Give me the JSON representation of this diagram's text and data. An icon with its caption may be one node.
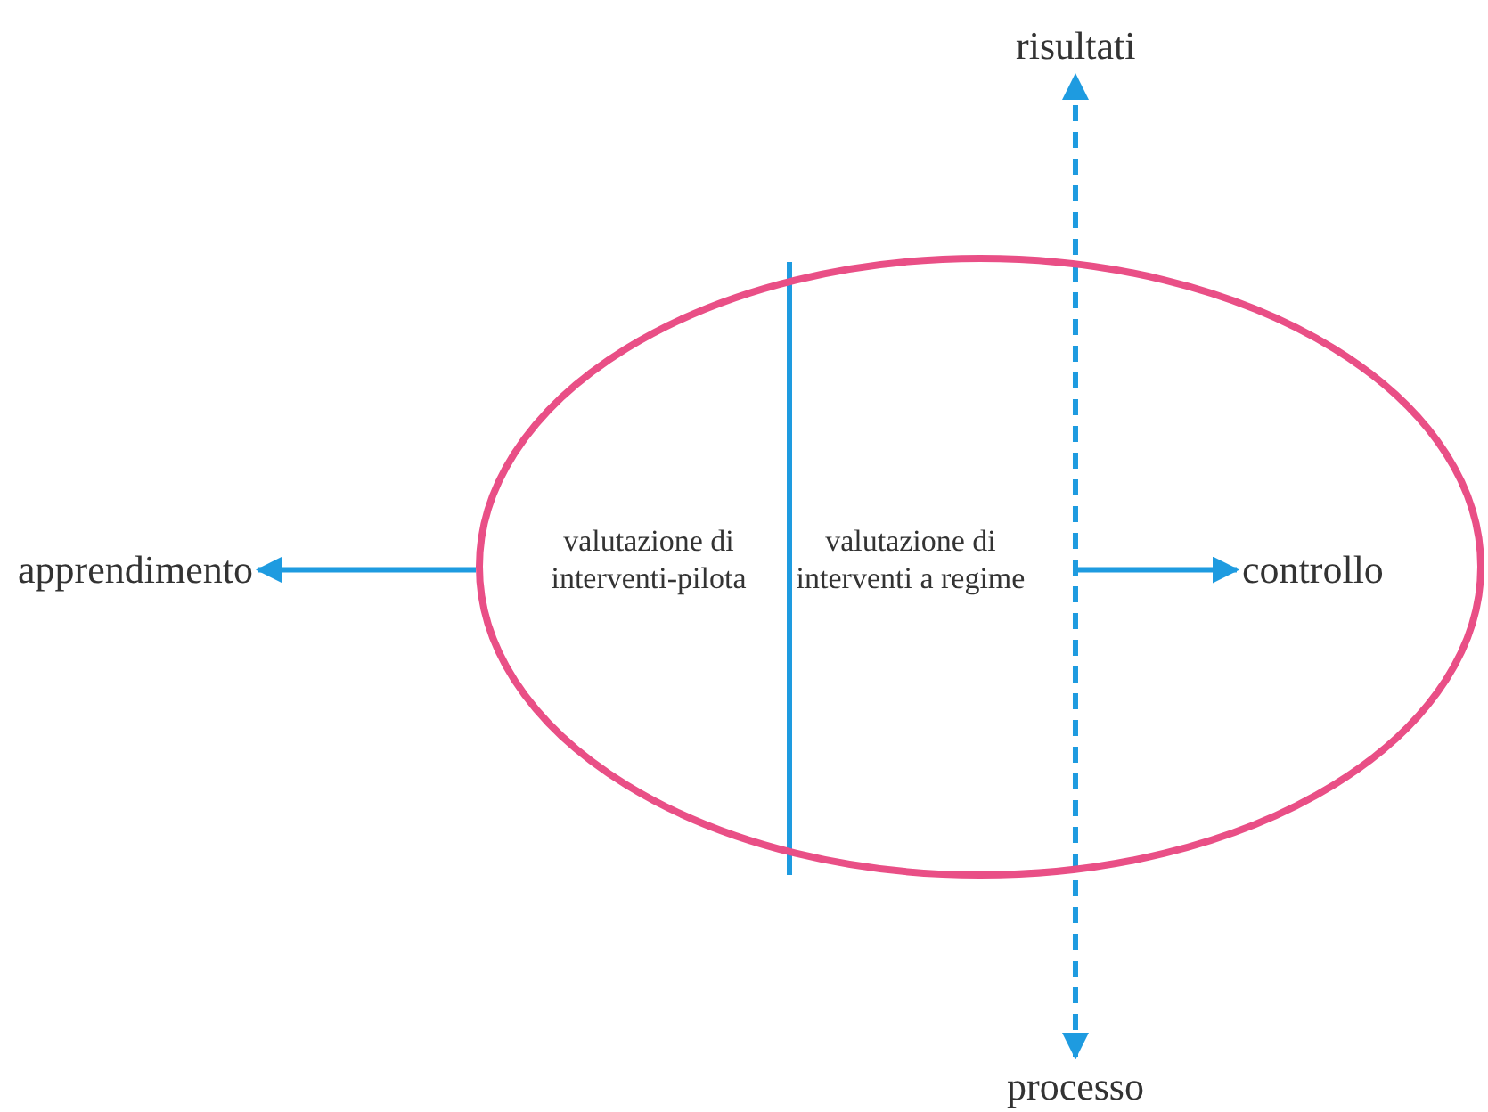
{
  "diagram": {
    "nodes": [
      {
        "text": [],
        "shape": "ellipse"
      },
      {
        "text": [
          "valutazione di interventi-pilota"
        ],
        "in": 0
      },
      {
        "text": [
          "valutazione di interventi a regime"
        ],
        "in": 0
      },
      {
        "text": [
          "apprendimento"
        ]
      },
      {
        "text": [
          "controllo"
        ],
        "in": 0
      },
      {
        "text": [
          "risultati"
        ]
      },
      {
        "text": [
          "processo"
        ]
      }
    ],
    "edges": [
      {
        "from": 0,
        "to": 3,
        "arrow": "to"
      },
      {
        "from": null,
        "to": 4,
        "arrow": "to"
      },
      {
        "from": 6,
        "to": 5,
        "arrow": "both",
        "style": "dashed"
      }
    ]
  }
}
